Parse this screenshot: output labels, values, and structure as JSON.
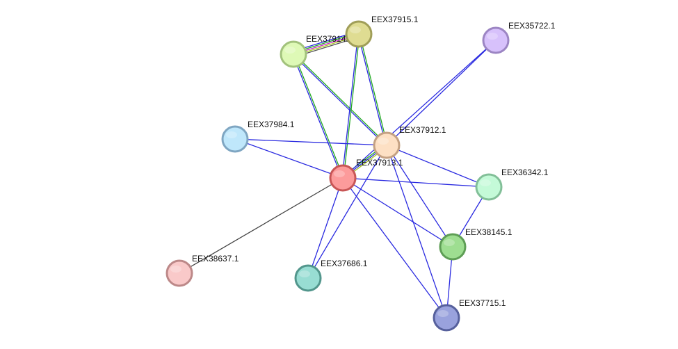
{
  "network": {
    "nodes": [
      {
        "id": "EEX37913.1",
        "label": "EEX37913.1",
        "fill": "#fc9b9b",
        "stroke": "#c85656"
      },
      {
        "id": "EEX37912.1",
        "label": "EEX37912.1",
        "fill": "#fde0c4",
        "stroke": "#c4a183"
      },
      {
        "id": "EEX37914.1",
        "label": "EEX37914.1",
        "fill": "#def9b6",
        "stroke": "#a2c27c"
      },
      {
        "id": "EEX37915.1",
        "label": "EEX37915.1",
        "fill": "#dfdc92",
        "stroke": "#a09e58"
      },
      {
        "id": "EEX35722.1",
        "label": "EEX35722.1",
        "fill": "#d7c1fb",
        "stroke": "#9c85c3"
      },
      {
        "id": "EEX37984.1",
        "label": "EEX37984.1",
        "fill": "#bfe7fb",
        "stroke": "#7fa6c2"
      },
      {
        "id": "EEX36342.1",
        "label": "EEX36342.1",
        "fill": "#c4fad8",
        "stroke": "#82bf98"
      },
      {
        "id": "EEX38145.1",
        "label": "EEX38145.1",
        "fill": "#9ede91",
        "stroke": "#5e9e55"
      },
      {
        "id": "EEX38637.1",
        "label": "EEX38637.1",
        "fill": "#f9c9c9",
        "stroke": "#bc8888"
      },
      {
        "id": "EEX37686.1",
        "label": "EEX37686.1",
        "fill": "#98ddd3",
        "stroke": "#52968c"
      },
      {
        "id": "EEX37715.1",
        "label": "EEX37715.1",
        "fill": "#99a2dd",
        "stroke": "#56609c"
      }
    ],
    "edges": [
      {
        "source": "EEX37914.1",
        "target": "EEX37915.1",
        "colors": [
          "#2a2ae0",
          "#22aa22",
          "#cc22cc",
          "#aacc22",
          "#555555"
        ]
      },
      {
        "source": "EEX37914.1",
        "target": "EEX37913.1",
        "colors": [
          "#22aa22",
          "#2a2ae0"
        ]
      },
      {
        "source": "EEX37914.1",
        "target": "EEX37912.1",
        "colors": [
          "#22aa22",
          "#2a2ae0"
        ]
      },
      {
        "source": "EEX37915.1",
        "target": "EEX37913.1",
        "colors": [
          "#22aa22",
          "#2a2ae0"
        ]
      },
      {
        "source": "EEX37915.1",
        "target": "EEX37912.1",
        "colors": [
          "#22aa22",
          "#2a2ae0"
        ]
      },
      {
        "source": "EEX37912.1",
        "target": "EEX37913.1",
        "colors": [
          "#aacc22",
          "#2a2ae0",
          "#22aa22"
        ]
      },
      {
        "source": "EEX35722.1",
        "target": "EEX37912.1",
        "colors": [
          "#2a2ae0"
        ]
      },
      {
        "source": "EEX35722.1",
        "target": "EEX37913.1",
        "colors": [
          "#2a2ae0"
        ]
      },
      {
        "source": "EEX37984.1",
        "target": "EEX37913.1",
        "colors": [
          "#2a2ae0"
        ]
      },
      {
        "source": "EEX37984.1",
        "target": "EEX37912.1",
        "colors": [
          "#2a2ae0"
        ]
      },
      {
        "source": "EEX37913.1",
        "target": "EEX36342.1",
        "colors": [
          "#2a2ae0"
        ]
      },
      {
        "source": "EEX37912.1",
        "target": "EEX36342.1",
        "colors": [
          "#2a2ae0"
        ]
      },
      {
        "source": "EEX37913.1",
        "target": "EEX38145.1",
        "colors": [
          "#2a2ae0"
        ]
      },
      {
        "source": "EEX37912.1",
        "target": "EEX38145.1",
        "colors": [
          "#2a2ae0"
        ]
      },
      {
        "source": "EEX36342.1",
        "target": "EEX38145.1",
        "colors": [
          "#2a2ae0"
        ]
      },
      {
        "source": "EEX37913.1",
        "target": "EEX38637.1",
        "colors": [
          "#444444"
        ]
      },
      {
        "source": "EEX37913.1",
        "target": "EEX37686.1",
        "colors": [
          "#2a2ae0"
        ]
      },
      {
        "source": "EEX37912.1",
        "target": "EEX37686.1",
        "colors": [
          "#2a2ae0"
        ]
      },
      {
        "source": "EEX37913.1",
        "target": "EEX37715.1",
        "colors": [
          "#2a2ae0"
        ]
      },
      {
        "source": "EEX37912.1",
        "target": "EEX37715.1",
        "colors": [
          "#2a2ae0"
        ]
      },
      {
        "source": "EEX38145.1",
        "target": "EEX37715.1",
        "colors": [
          "#2a2ae0"
        ]
      }
    ]
  }
}
